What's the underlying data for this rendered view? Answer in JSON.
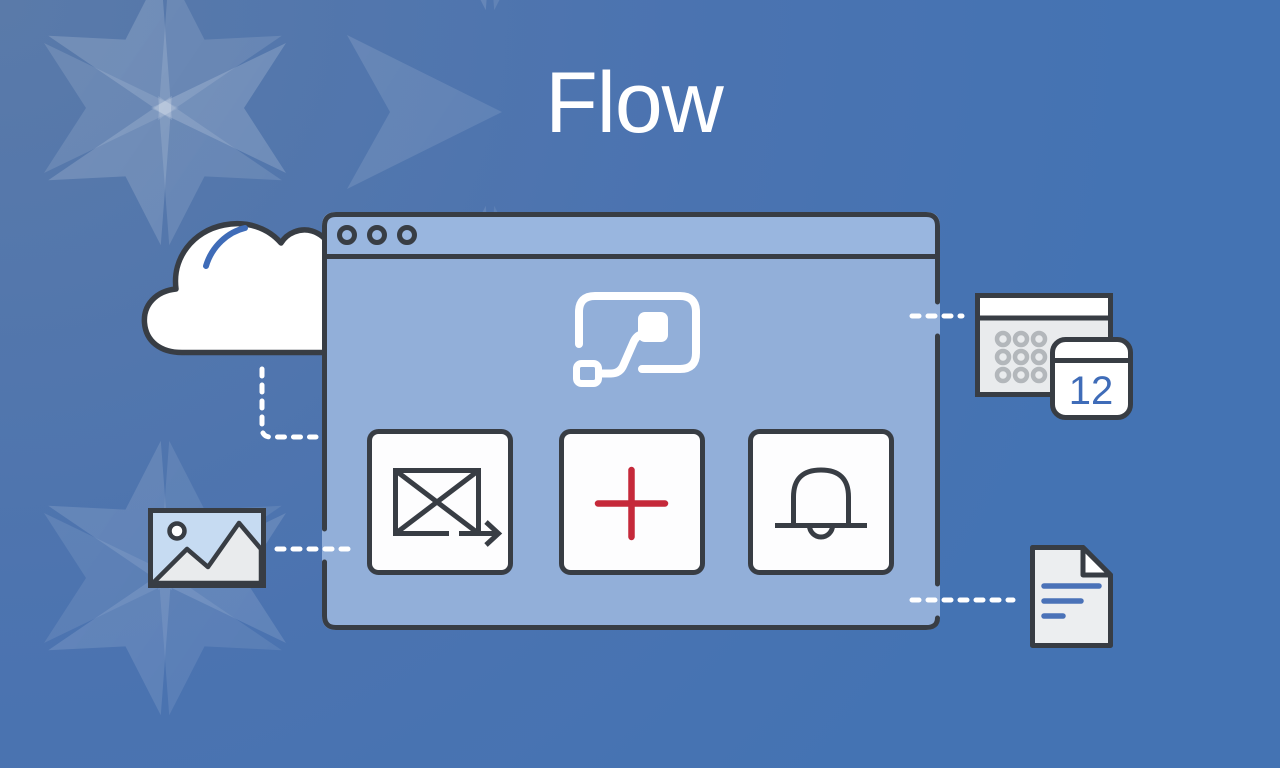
{
  "title": "Flow",
  "window": {
    "traffic_dots": 3,
    "logo_icon": "flow-logo-icon",
    "tiles": [
      {
        "icon": "email-forward-icon"
      },
      {
        "icon": "plus-icon"
      },
      {
        "icon": "bell-icon"
      }
    ]
  },
  "side_icons": {
    "cloud": {
      "icon": "cloud-icon"
    },
    "image": {
      "icon": "image-icon"
    },
    "calendar": {
      "icon": "calendar-icon",
      "day": "12"
    },
    "document": {
      "icon": "document-icon"
    }
  },
  "colors": {
    "background": "#4473b2",
    "background_light": "#5a7aa9",
    "window_fill": "#92afd9",
    "topbar_fill": "#99b6df",
    "outline_dark": "#383d44",
    "tile_fill": "#fdfdfe",
    "plus_red": "#c5293a",
    "accent_blue": "#3f6cb8",
    "gray_fill": "#e9ebed",
    "dot_gray": "#b3b7bb",
    "sky_blue": "#c6dbf2",
    "white": "#ffffff"
  }
}
